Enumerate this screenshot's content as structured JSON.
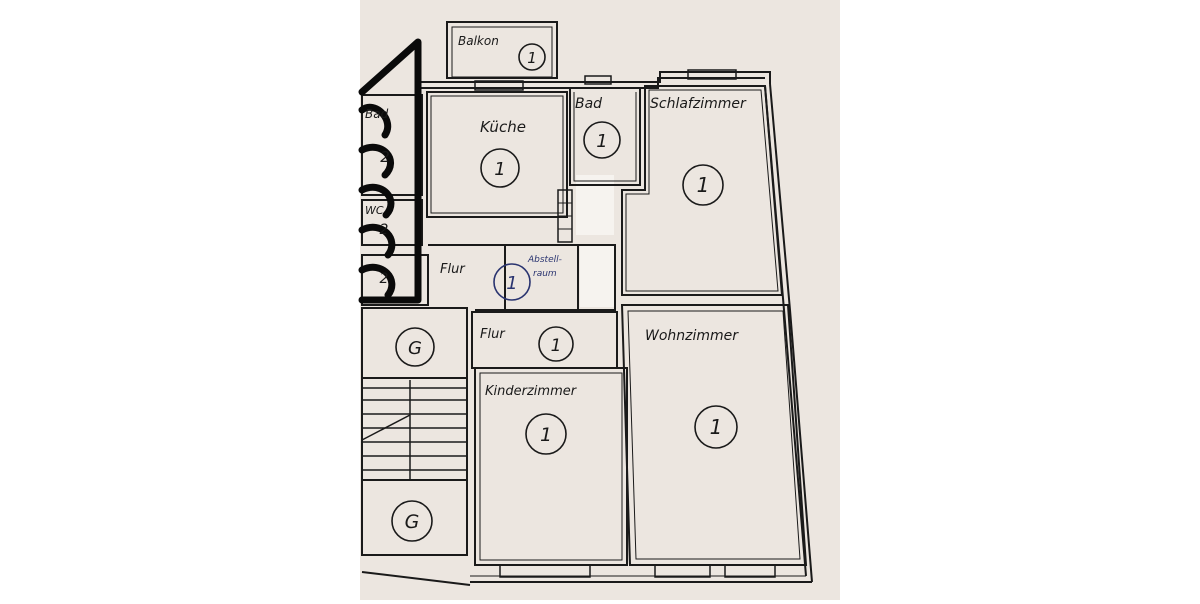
{
  "plan": {
    "paper_color": "#ece6e0",
    "ink_color": "#1a1a1a",
    "pen_color": "#2a3470",
    "rooms": [
      {
        "id": "balkon",
        "name": "Balkon",
        "marker": "1"
      },
      {
        "id": "kueche",
        "name": "Küche",
        "marker": "1"
      },
      {
        "id": "bad",
        "name": "Bad",
        "marker": "1"
      },
      {
        "id": "schlafzimmer",
        "name": "Schlafzimmer",
        "marker": "1"
      },
      {
        "id": "flur-oben",
        "name": "Flur",
        "marker": "1"
      },
      {
        "id": "abstellraum",
        "name": "Abstell-\nraum",
        "marker": ""
      },
      {
        "id": "flur-mitte",
        "name": "Flur",
        "marker": "1"
      },
      {
        "id": "wohnzimmer",
        "name": "Wohnzimmer",
        "marker": "1"
      },
      {
        "id": "kinderzimmer",
        "name": "Kinderzimmer",
        "marker": "1"
      },
      {
        "id": "treppenhaus-oben",
        "name": "",
        "marker": "G"
      },
      {
        "id": "treppenhaus-unten",
        "name": "",
        "marker": "G"
      },
      {
        "id": "nachbar-bad",
        "name": "Bad",
        "marker": "2"
      },
      {
        "id": "nachbar-wc",
        "name": "WC",
        "marker": "2"
      },
      {
        "id": "nachbar-raum",
        "name": "",
        "marker": "2"
      }
    ]
  }
}
